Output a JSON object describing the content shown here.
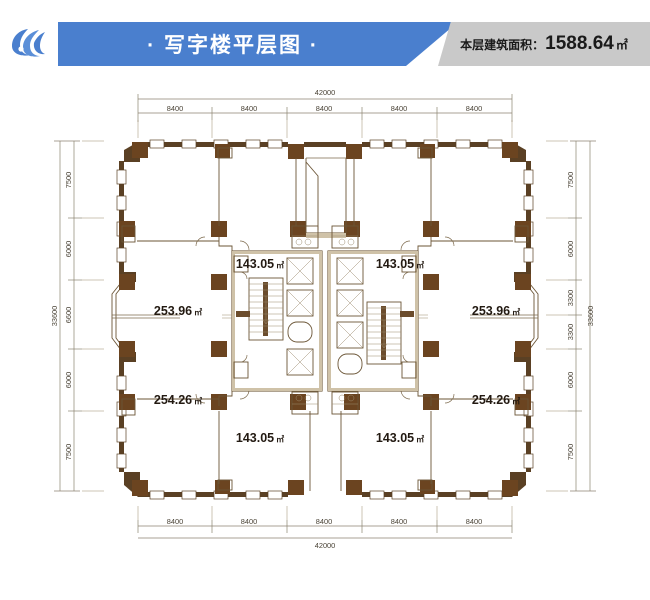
{
  "header": {
    "logo_name": "company-flame-logo",
    "title": "· 写字楼平层图 ·",
    "area_label": "本层建筑面积：",
    "area_value": "1588.64",
    "area_unit": "㎡",
    "blue_hex": "#4a7fce",
    "gray_hex": "#c9c9c9"
  },
  "plan": {
    "wall_hex": "#5a4024",
    "column_hex": "#6b4420",
    "dimension_hex": "#8c8370",
    "top_dimensions": {
      "total": "42000",
      "bays": [
        "8400",
        "8400",
        "8400",
        "8400",
        "8400"
      ]
    },
    "bottom_dimensions": {
      "total": "42000",
      "bays": [
        "8400",
        "8400",
        "8400",
        "8400",
        "8400"
      ]
    },
    "left_dimensions": {
      "total": "33600",
      "bays": [
        "7500",
        "6000",
        "6600",
        "6000",
        "7500"
      ]
    },
    "right_dimensions": {
      "total": "33600",
      "bays": [
        "7500",
        "6000",
        "3300",
        "3300",
        "6000",
        "7500"
      ]
    },
    "units": [
      {
        "id": "unit-top-left-inner",
        "area": "143.05",
        "unit": "㎡"
      },
      {
        "id": "unit-top-right-inner",
        "area": "143.05",
        "unit": "㎡"
      },
      {
        "id": "unit-top-left-outer",
        "area": "253.96",
        "unit": "㎡"
      },
      {
        "id": "unit-top-right-outer",
        "area": "253.96",
        "unit": "㎡"
      },
      {
        "id": "unit-bottom-left-outer",
        "area": "254.26",
        "unit": "㎡"
      },
      {
        "id": "unit-bottom-right-outer",
        "area": "254.26",
        "unit": "㎡"
      },
      {
        "id": "unit-bottom-left-inner",
        "area": "143.05",
        "unit": "㎡"
      },
      {
        "id": "unit-bottom-right-inner",
        "area": "143.05",
        "unit": "㎡"
      }
    ],
    "cores": [
      {
        "id": "core-left",
        "elevators": 3,
        "stairs": 1
      },
      {
        "id": "core-right",
        "elevators": 3,
        "stairs": 1
      }
    ]
  }
}
